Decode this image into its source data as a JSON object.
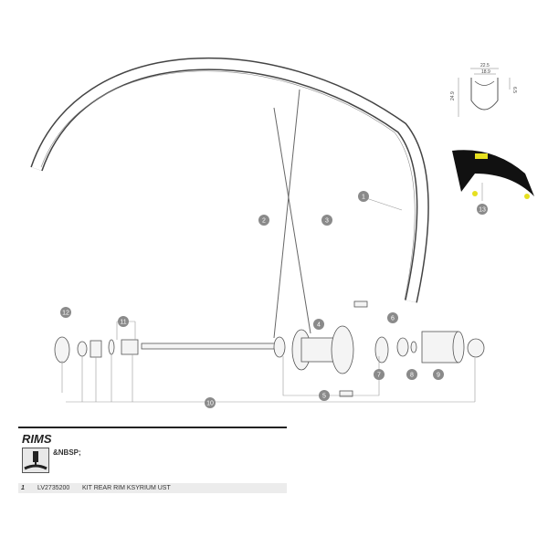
{
  "diagram": {
    "callouts": [
      "1",
      "2",
      "3",
      "4",
      "5",
      "6",
      "7",
      "8",
      "9",
      "10",
      "11",
      "12",
      "13"
    ],
    "rim_section_dimensions": {
      "outer_width": "22.5",
      "inner_width": "18.9",
      "height": "24.9",
      "bead_height": "6.5"
    }
  },
  "parts_list": {
    "section_title": "RIMS",
    "icon": "tubeless-valve-icon",
    "icon_label": "&NBSP;",
    "rows": [
      {
        "number": "1",
        "ref": "LV2735200",
        "description": "KIT REAR RIM KSYRIUM UST"
      }
    ]
  }
}
